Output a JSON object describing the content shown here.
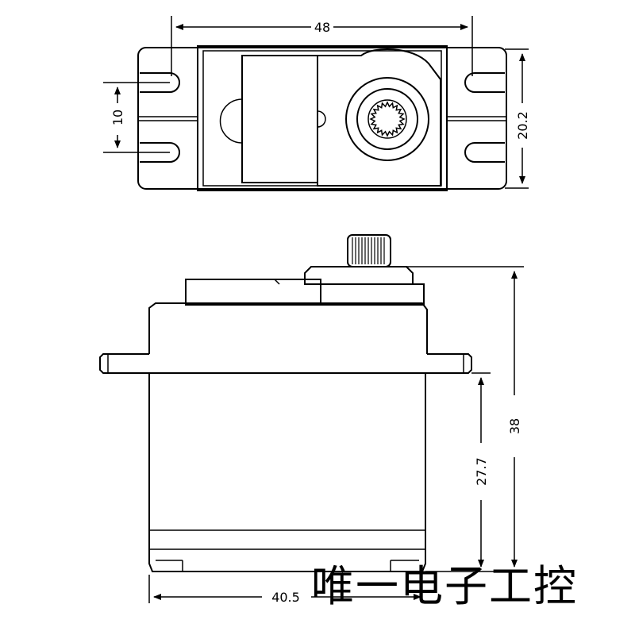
{
  "dimensions": {
    "top_width": "48",
    "slot_spacing": "10",
    "top_depth": "20.2",
    "total_height": "38",
    "lower_height": "27.7",
    "body_width": "40.5"
  },
  "watermark": "唯一电子工控"
}
